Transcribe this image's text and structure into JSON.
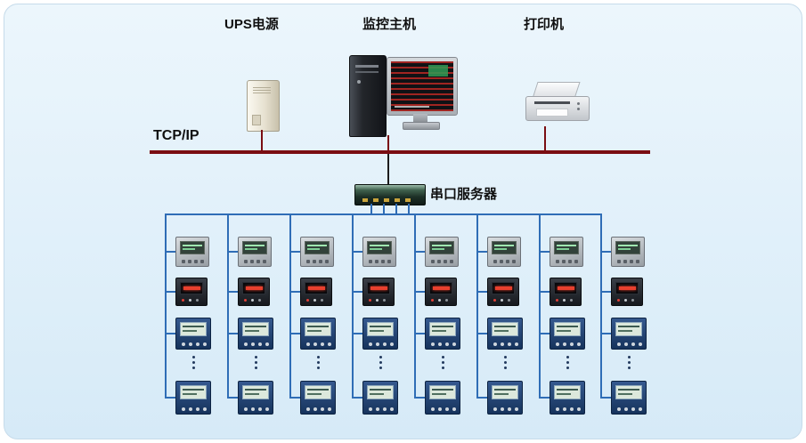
{
  "header": {
    "devices": [
      {
        "id": "ups",
        "label": "UPS电源"
      },
      {
        "id": "monitoring-host",
        "label": "监控主机"
      },
      {
        "id": "printer",
        "label": "打印机"
      }
    ]
  },
  "bus": {
    "label": "TCP/IP",
    "color": "#7a0d12"
  },
  "serial_server": {
    "label": "串口服务器"
  },
  "network": {
    "columns": 8,
    "rows": [
      "meter-gray",
      "meter-red",
      "meter-blue",
      "dots",
      "meter-blue"
    ],
    "wire_color": "#2f6db6",
    "ellipsis_glyph": "⋮"
  },
  "colors": {
    "panel_background": "#ddeef9",
    "tcpip_bus": "#7a0d12",
    "meter_wire": "#2f6db6"
  }
}
